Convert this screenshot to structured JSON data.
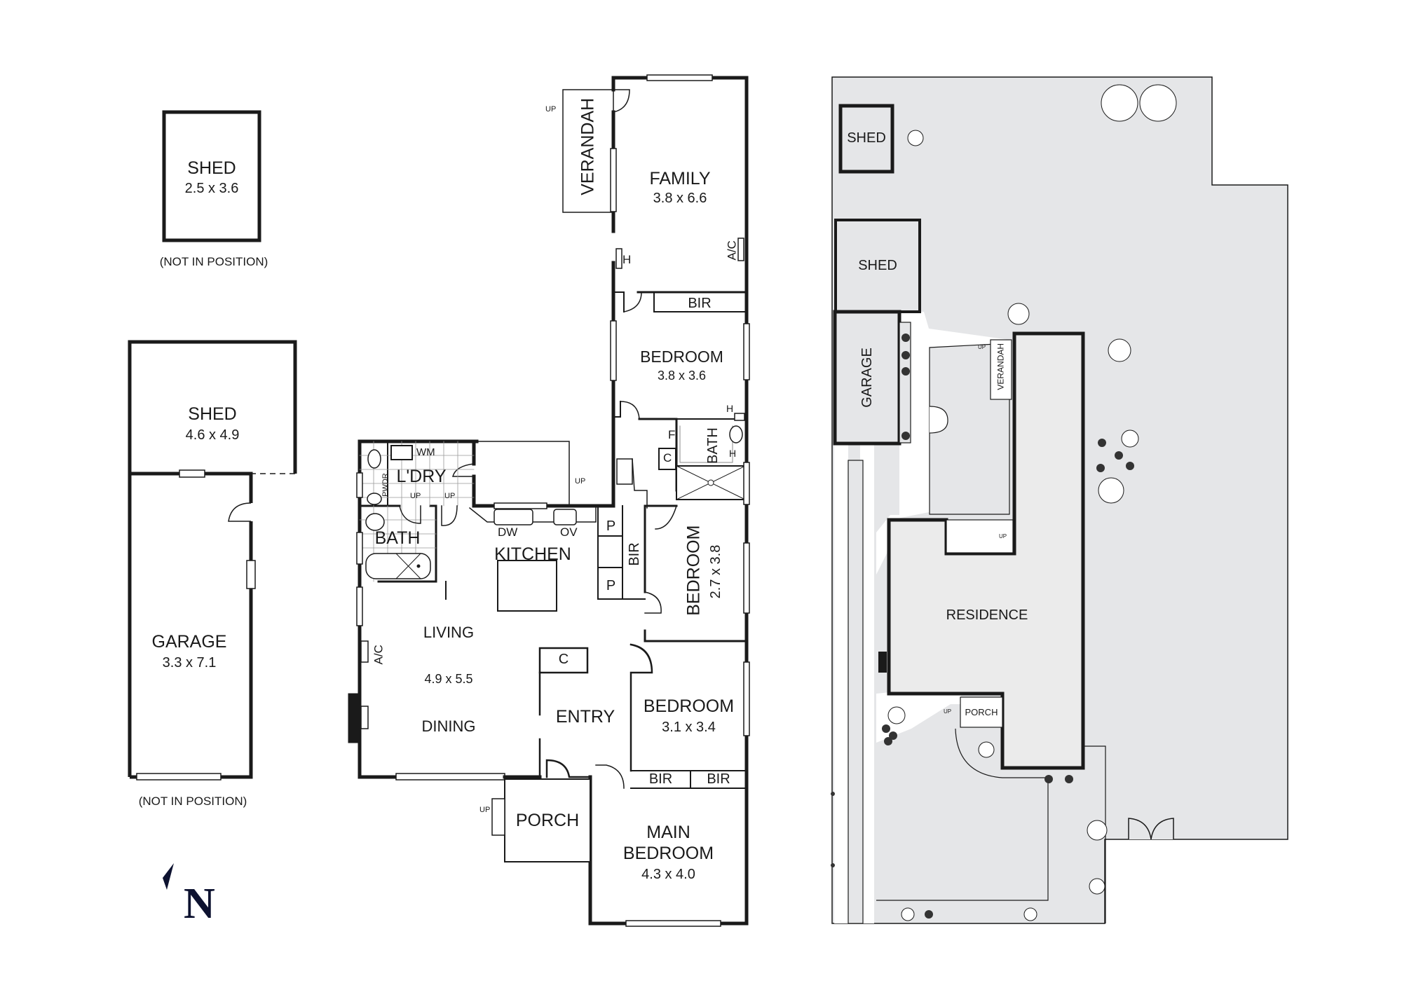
{
  "floor_plan": {
    "detached": {
      "shed_small": {
        "name": "SHED",
        "dims": "2.5 x 3.6",
        "note": "(NOT IN POSITION)"
      },
      "shed_large": {
        "name": "SHED",
        "dims": "4.6 x 4.9"
      },
      "garage": {
        "name": "GARAGE",
        "dims": "3.3 x 7.1",
        "note": "(NOT IN POSITION)"
      }
    },
    "rooms": {
      "family": {
        "name": "FAMILY",
        "dims": "3.8 x 6.6"
      },
      "verandah": {
        "name": "VERANDAH",
        "step": "UP"
      },
      "bir_1": {
        "name": "BIR"
      },
      "bedroom_2": {
        "name": "BEDROOM",
        "dims": "3.8 x 3.6"
      },
      "bath_1": {
        "name": "BATH"
      },
      "laundry": {
        "name": "L'DRY",
        "appliance": "WM",
        "powder": "PWDR",
        "step_1": "UP",
        "step_2": "UP"
      },
      "bath_2": {
        "name": "BATH"
      },
      "outdoor_step": "UP",
      "kitchen": {
        "name": "KITCHEN",
        "dw": "DW",
        "ov": "OV"
      },
      "pantry_1": "P",
      "pantry_2": "P",
      "bir_2": {
        "name": "BIR"
      },
      "bedroom_3": {
        "name": "BEDROOM",
        "dims": "2.7 x 3.8"
      },
      "living": {
        "name": "LIVING",
        "dims": "4.9 x 5.5",
        "ac": "A/C"
      },
      "dining": {
        "name": "DINING"
      },
      "entry": {
        "name": "ENTRY",
        "closet": "C"
      },
      "bedroom_4": {
        "name": "BEDROOM",
        "dims": "3.1 x 3.4"
      },
      "bir_3": {
        "name": "BIR"
      },
      "bir_4": {
        "name": "BIR"
      },
      "porch": {
        "name": "PORCH",
        "step": "UP"
      },
      "main_bedroom": {
        "name_1": "MAIN",
        "name_2": "BEDROOM",
        "dims": "4.3 x 4.0"
      },
      "family_heater": "H",
      "family_ac": "A/C",
      "bath_labels": {
        "f": "F",
        "c": "C",
        "h1": "H",
        "h2": "H"
      }
    }
  },
  "site_plan": {
    "shed_small": "SHED",
    "shed_large": "SHED",
    "garage": "GARAGE",
    "verandah": "VERANDAH",
    "verandah_step": "UP",
    "rear_step": "UP",
    "residence": "RESIDENCE",
    "porch": "PORCH",
    "porch_step": "UP"
  },
  "compass": {
    "label": "N"
  },
  "colors": {
    "wall": "#1a1a1a",
    "site_fill": "#e5e6e8",
    "building_fill": "#ebebeb",
    "compass": "#0d1230"
  }
}
